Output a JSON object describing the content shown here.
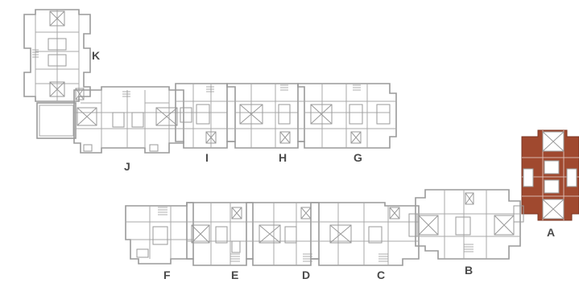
{
  "blocks": [
    {
      "id": "K",
      "label": "K",
      "highlighted": false
    },
    {
      "id": "J",
      "label": "J",
      "highlighted": false
    },
    {
      "id": "I",
      "label": "I",
      "highlighted": false
    },
    {
      "id": "H",
      "label": "H",
      "highlighted": false
    },
    {
      "id": "G",
      "label": "G",
      "highlighted": false
    },
    {
      "id": "F",
      "label": "F",
      "highlighted": false
    },
    {
      "id": "E",
      "label": "E",
      "highlighted": false
    },
    {
      "id": "D",
      "label": "D",
      "highlighted": false
    },
    {
      "id": "C",
      "label": "C",
      "highlighted": false
    },
    {
      "id": "B",
      "label": "B",
      "highlighted": false
    },
    {
      "id": "A",
      "label": "A",
      "highlighted": true
    }
  ],
  "colors": {
    "outline": "#9a9a9a",
    "highlight": "#a0492f",
    "label": "#4a4a4a",
    "background": "#ffffff"
  }
}
